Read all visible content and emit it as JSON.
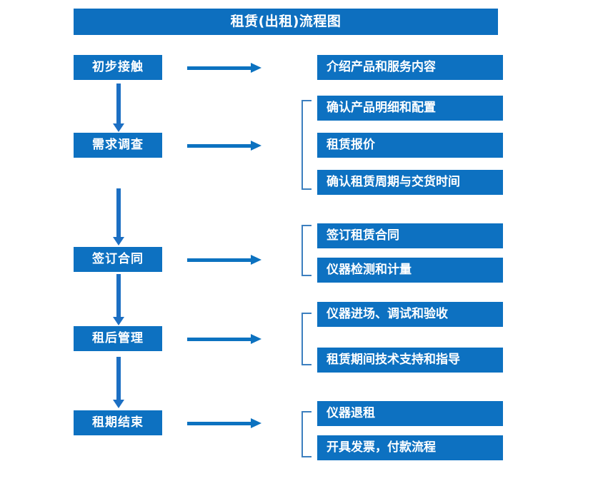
{
  "chart": {
    "title": "租赁(出租)流程图",
    "colors": {
      "box_fill": "#0D71C1",
      "title_fill": "#0D6FBF",
      "box_text": "#FFFFFF",
      "h_arrow": "#0C72C0",
      "v_arrow": "#1C6FC3",
      "bracket": "#3C7FBF",
      "background": "#FFFFFF"
    },
    "stages": [
      {
        "id": "stage-1",
        "label": "初步接触",
        "tasks": [
          {
            "id": "task-1-1",
            "label": "介绍产品和服务内容"
          }
        ],
        "has_bracket": false,
        "has_arrow_to_tasks": true,
        "next_arrow": true
      },
      {
        "id": "stage-2",
        "label": "需求调查",
        "tasks": [
          {
            "id": "task-2-1",
            "label": "确认产品明细和配置"
          },
          {
            "id": "task-2-2",
            "label": "租赁报价"
          },
          {
            "id": "task-2-3",
            "label": "确认租赁周期与交货时间"
          }
        ],
        "has_bracket": true,
        "has_arrow_to_tasks": true,
        "next_arrow": true
      },
      {
        "id": "stage-3",
        "label": "签订合同",
        "tasks": [
          {
            "id": "task-3-1",
            "label": "签订租赁合同"
          },
          {
            "id": "task-3-2",
            "label": "仪器检测和计量"
          }
        ],
        "has_bracket": true,
        "has_arrow_to_tasks": true,
        "next_arrow": true
      },
      {
        "id": "stage-4",
        "label": "租后管理",
        "tasks": [
          {
            "id": "task-4-1",
            "label": "仪器进场、调试和验收"
          },
          {
            "id": "task-4-2",
            "label": "租赁期间技术支持和指导"
          }
        ],
        "has_bracket": true,
        "has_arrow_to_tasks": true,
        "next_arrow": true
      },
      {
        "id": "stage-5",
        "label": "租期结束",
        "tasks": [
          {
            "id": "task-5-1",
            "label": "仪器退租"
          },
          {
            "id": "task-5-2",
            "label": "开具发票，付款流程"
          }
        ],
        "has_bracket": true,
        "has_arrow_to_tasks": true,
        "next_arrow": false
      }
    ]
  }
}
